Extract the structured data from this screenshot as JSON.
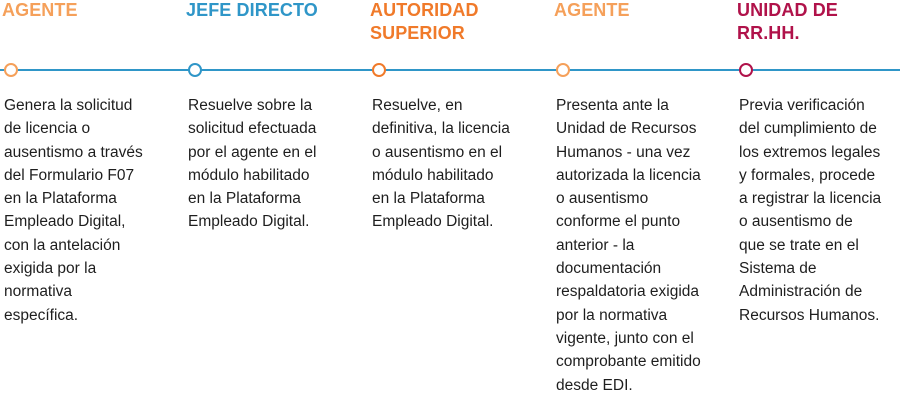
{
  "colors": {
    "line": "#2f96c8",
    "orange": "#f5a05a",
    "blue": "#2f96c8",
    "dark_orange": "#f07a2a",
    "crimson": "#b0124a",
    "text": "#1e1e1e"
  },
  "steps": [
    {
      "title": "AGENTE",
      "color": "#f5a05a",
      "text": "Genera la solicitud\nde licencia o\nausentismo a través\ndel Formulario F07\nen la Plataforma\nEmpleado Digital,\ncon la antelación\nexigida por la\nnormativa\nespecífica."
    },
    {
      "title": "JEFE DIRECTO",
      "color": "#2f96c8",
      "text": "Resuelve sobre la\nsolicitud efectuada\npor el agente en el\nmódulo habilitado\nen la Plataforma\nEmpleado Digital."
    },
    {
      "title": "AUTORIDAD\nSUPERIOR",
      "color": "#f07a2a",
      "text": "Resuelve, en\ndefinitiva, la licencia\no ausentismo en el\nmódulo habilitado\nen la Plataforma\nEmpleado Digital."
    },
    {
      "title": "AGENTE",
      "color": "#f5a05a",
      "text": "Presenta ante la\nUnidad de Recursos\nHumanos - una vez\nautorizada la licencia\no ausentismo\nconforme el punto\nanterior -  la\ndocumentación\nrespaldatoria exigida\npor la normativa\nvigente, junto con el\ncomprobante emitido\ndesde EDI."
    },
    {
      "title": "UNIDAD DE\nRR.HH.",
      "color": "#b0124a",
      "text": "Previa verificación\ndel cumplimiento de\nlos extremos legales\ny formales, procede\na registrar la licencia\no ausentismo de\nque se trate en el\nSistema de\nAdministración de\nRecursos Humanos."
    }
  ]
}
